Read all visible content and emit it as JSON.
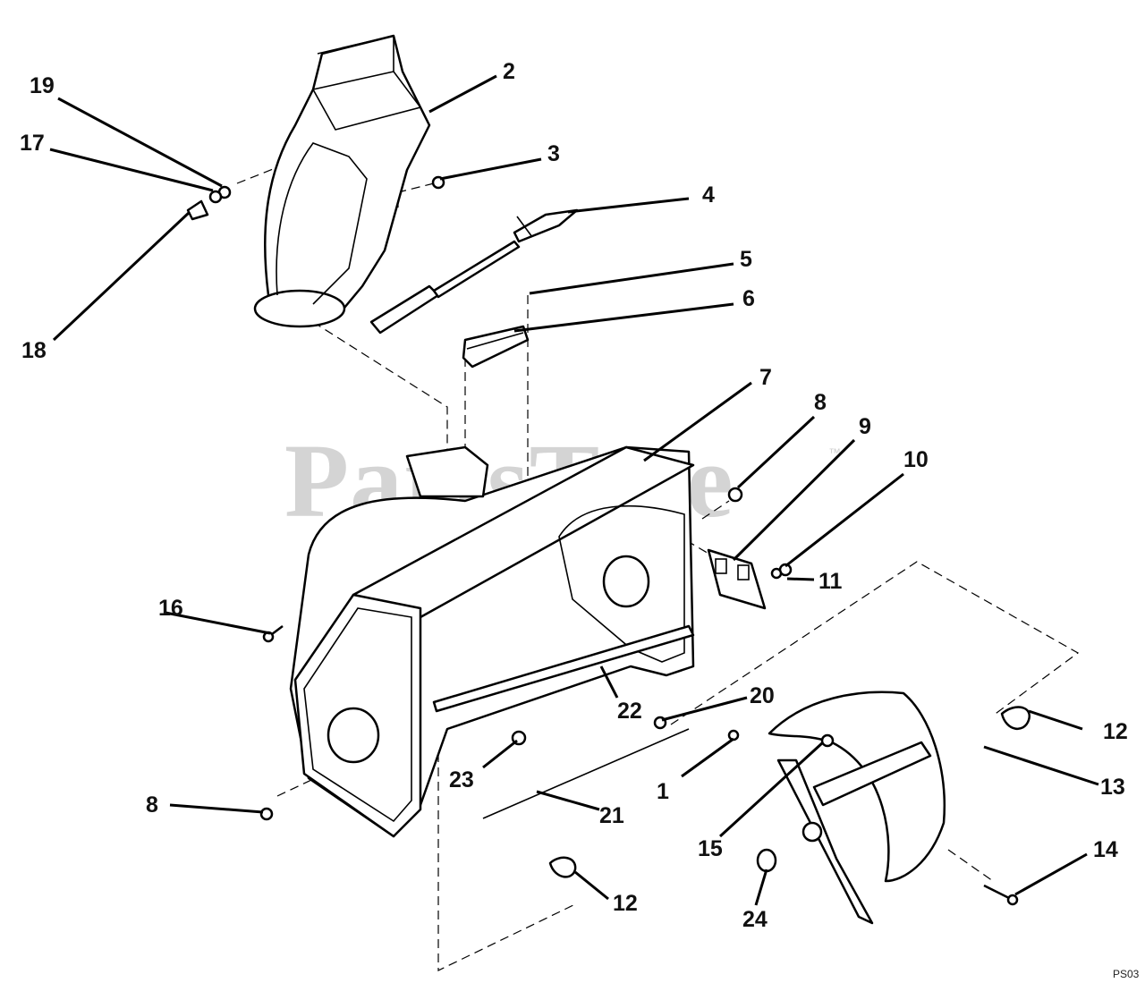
{
  "diagram": {
    "callouts": [
      {
        "id": "c2",
        "text": "2"
      },
      {
        "id": "c3",
        "text": "3"
      },
      {
        "id": "c4",
        "text": "4"
      },
      {
        "id": "c5",
        "text": "5"
      },
      {
        "id": "c6",
        "text": "6"
      },
      {
        "id": "c7",
        "text": "7"
      },
      {
        "id": "c8a",
        "text": "8"
      },
      {
        "id": "c9",
        "text": "9"
      },
      {
        "id": "c10",
        "text": "10"
      },
      {
        "id": "c11",
        "text": "11"
      },
      {
        "id": "c12a",
        "text": "12"
      },
      {
        "id": "c13",
        "text": "13"
      },
      {
        "id": "c14",
        "text": "14"
      },
      {
        "id": "c15",
        "text": "15"
      },
      {
        "id": "c16",
        "text": "16"
      },
      {
        "id": "c17",
        "text": "17"
      },
      {
        "id": "c18",
        "text": "18"
      },
      {
        "id": "c19",
        "text": "19"
      },
      {
        "id": "c20",
        "text": "20"
      },
      {
        "id": "c21",
        "text": "21"
      },
      {
        "id": "c22",
        "text": "22"
      },
      {
        "id": "c23",
        "text": "23"
      },
      {
        "id": "c1",
        "text": "1"
      },
      {
        "id": "c8b",
        "text": "8"
      },
      {
        "id": "c12b",
        "text": "12"
      },
      {
        "id": "c24",
        "text": "24"
      }
    ]
  },
  "watermark": {
    "text": "PartsTree",
    "trademark": "™"
  },
  "diagram_code": "PS03"
}
